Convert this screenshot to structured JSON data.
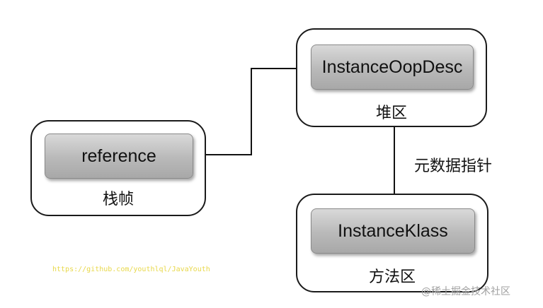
{
  "nodes": {
    "stack": {
      "inner_label": "reference",
      "caption": "栈帧"
    },
    "heap": {
      "inner_label": "InstanceOopDesc",
      "caption": "堆区"
    },
    "method": {
      "inner_label": "InstanceKlass",
      "caption": "方法区"
    }
  },
  "edges": {
    "metadata_pointer_label": "元数据指针"
  },
  "watermarks": {
    "url": "https://github.com/youthlql/JavaYouth",
    "site": "@稀土掘金技术社区"
  },
  "colors": {
    "box_border": "#1a1a1a",
    "inner_fill_top": "#d9d9d9",
    "inner_fill_bottom": "#a8a8a8",
    "url_text": "#e8d84a",
    "watermark_text": "#a0a0a0"
  }
}
